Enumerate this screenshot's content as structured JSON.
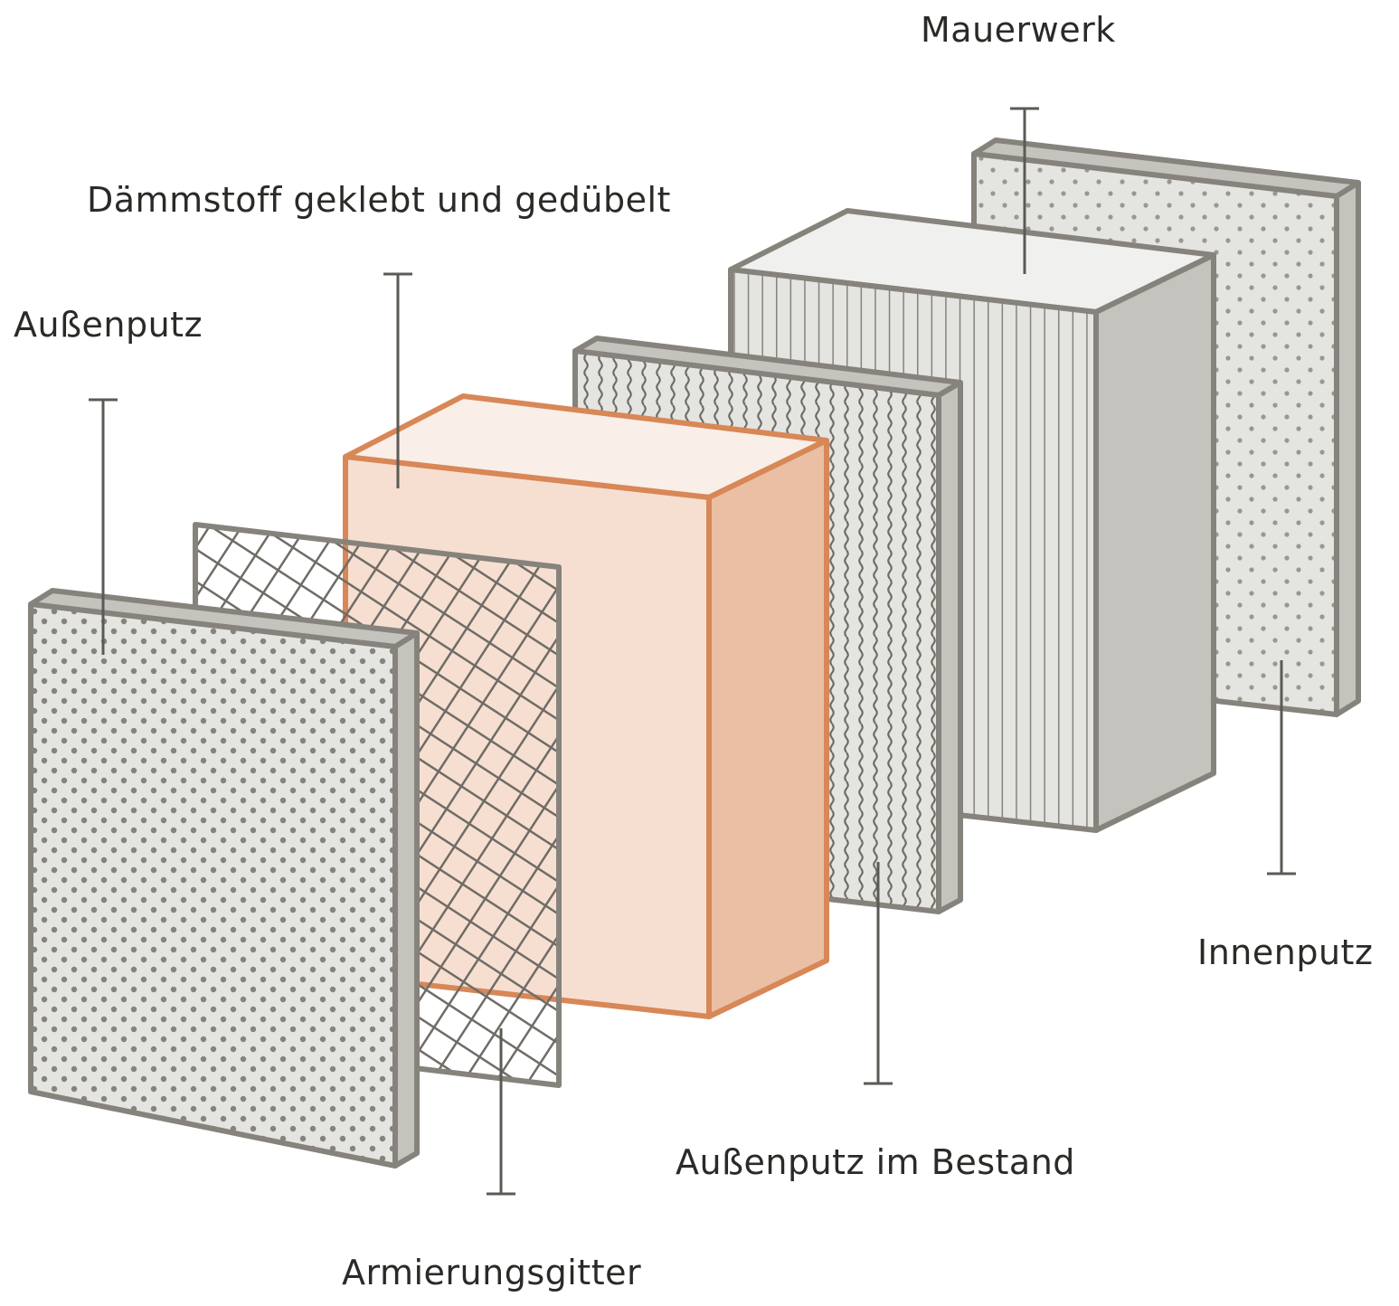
{
  "labels": {
    "mauerwerk": "Mauerwerk",
    "daemmstoff": "Dämmstoff geklebt und gedübelt",
    "aussenputz": "Außenputz",
    "innenputz": "Innenputz",
    "aussenputz_bestand": "Außenputz im Bestand",
    "armierungsgitter": "Armierungsgitter"
  },
  "colors": {
    "outline": "#86837c",
    "panel_face": "#e4e4e0",
    "panel_side": "#c4c3be",
    "panel_top": "#f0f0ee",
    "dot": "#86837c",
    "insulation_stroke": "#d88757",
    "insulation_front": "#f6dfd1",
    "insulation_top": "#f9eee8",
    "insulation_side": "#eabfa3",
    "leader": "#5c5a55"
  }
}
